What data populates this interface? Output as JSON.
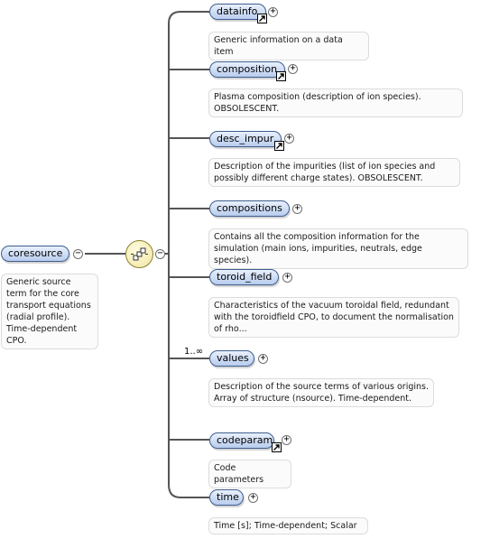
{
  "root": {
    "label": "coresource",
    "annotation": "Generic source term for the core transport equations (radial profile). Time-dependent CPO."
  },
  "children": [
    {
      "label": "datainfo",
      "annotation": "Generic information on a data item"
    },
    {
      "label": "composition",
      "annotation": "Plasma composition (description of ion species). OBSOLESCENT."
    },
    {
      "label": "desc_impur",
      "annotation": "Description of the impurities (list of ion species and possibly different charge states). OBSOLESCENT."
    },
    {
      "label": "compositions",
      "annotation": "Contains all the composition information for the simulation (main ions, impurities, neutrals, edge species)."
    },
    {
      "label": "toroid_field",
      "annotation": "Characteristics of the vacuum toroidal field, redundant with the toroidfield CPO, to document the normalisation of rho..."
    },
    {
      "label": "values",
      "annotation": "Description of the source terms of various origins. Array of structure (nsource). Time-dependent.",
      "multiplicity": "1..∞"
    },
    {
      "label": "codeparam",
      "annotation": "Code parameters"
    },
    {
      "label": "time",
      "annotation": "Time [s]; Time-dependent; Scalar"
    }
  ],
  "symbols": {
    "expand": "+",
    "collapse": "−"
  },
  "icons": {
    "sequence": "sequence-compositor-icon",
    "reference": "reference-arrow-icon"
  },
  "colors": {
    "node_fill": "#c9d9f3",
    "node_border": "#3f5f8f",
    "line": "#555555"
  }
}
